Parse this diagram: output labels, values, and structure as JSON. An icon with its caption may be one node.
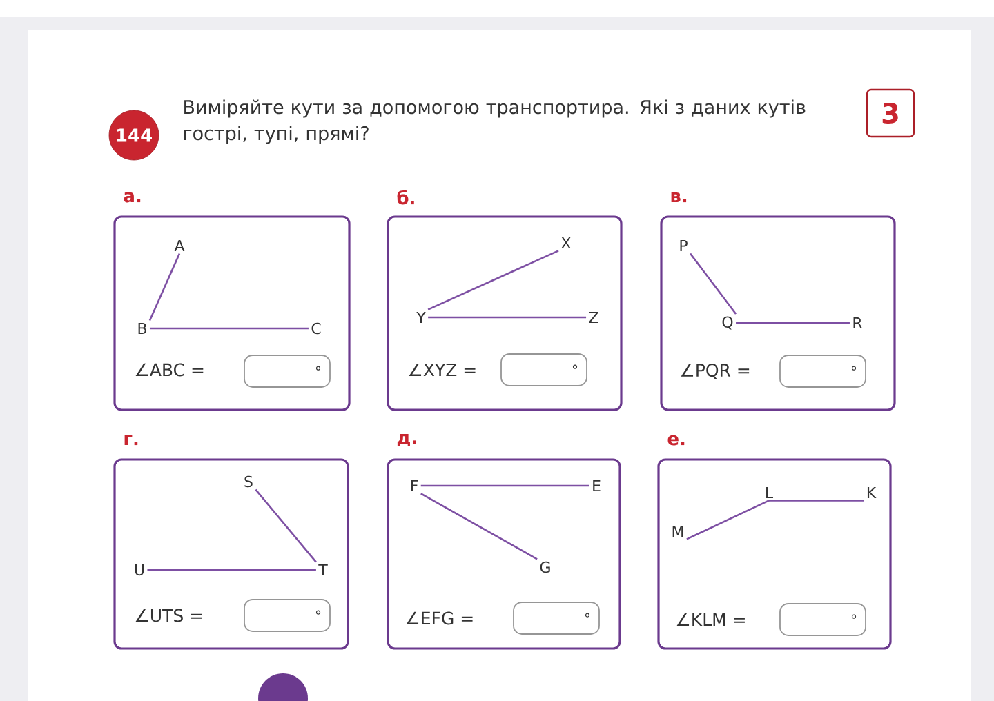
{
  "diagram": {
    "title": "Виміряйте кути за допомогою транспортира. Які з даних кутів гострі, тупі, прямі?",
    "nodes": [
      {
        "text": [
          "144"
        ]
      },
      {
        "text": [
          "3"
        ]
      },
      {
        "text": [
          "а.",
          "∠ABC ="
        ]
      },
      {
        "text": [
          "A"
        ],
        "in": 2
      },
      {
        "text": [
          "B"
        ],
        "in": 2
      },
      {
        "text": [
          "C"
        ],
        "in": 2
      },
      {
        "text": [
          "°"
        ],
        "in": 2
      },
      {
        "text": [
          "б.",
          "∠XYZ ="
        ]
      },
      {
        "text": [
          "X"
        ],
        "in": 7
      },
      {
        "text": [
          "Y"
        ],
        "in": 7
      },
      {
        "text": [
          "Z"
        ],
        "in": 7
      },
      {
        "text": [
          "°"
        ],
        "in": 7
      },
      {
        "text": [
          "в.",
          "∠PQR ="
        ]
      },
      {
        "text": [
          "P"
        ],
        "in": 12
      },
      {
        "text": [
          "Q"
        ],
        "in": 12
      },
      {
        "text": [
          "R"
        ],
        "in": 12
      },
      {
        "text": [
          "°"
        ],
        "in": 12
      },
      {
        "text": [
          "г.",
          "∠UTS ="
        ]
      },
      {
        "text": [
          "S"
        ],
        "in": 17
      },
      {
        "text": [
          "U"
        ],
        "in": 17
      },
      {
        "text": [
          "T"
        ],
        "in": 17
      },
      {
        "text": [
          "°"
        ],
        "in": 17
      },
      {
        "text": [
          "д.",
          "∠EFG ="
        ]
      },
      {
        "text": [
          "F"
        ],
        "in": 22
      },
      {
        "text": [
          "E"
        ],
        "in": 22
      },
      {
        "text": [
          "G"
        ],
        "in": 22
      },
      {
        "text": [
          "°"
        ],
        "in": 22
      },
      {
        "text": [
          "е.",
          "∠KLM ="
        ]
      },
      {
        "text": [
          "L"
        ],
        "in": 27
      },
      {
        "text": [
          "K"
        ],
        "in": 27
      },
      {
        "text": [
          "M"
        ],
        "in": 27
      },
      {
        "text": [
          "°"
        ],
        "in": 27
      },
      {
        "text": [],
        "shape": "circle"
      }
    ],
    "edges": [
      {
        "from": 4,
        "to": 3,
        "arrow": "none"
      },
      {
        "from": 4,
        "to": 5,
        "arrow": "none"
      },
      {
        "from": 9,
        "to": 8,
        "arrow": "none"
      },
      {
        "from": 9,
        "to": 10,
        "arrow": "none"
      },
      {
        "from": 14,
        "to": 13,
        "arrow": "none"
      },
      {
        "from": 14,
        "to": 15,
        "arrow": "none"
      },
      {
        "from": 20,
        "to": 18,
        "arrow": "none"
      },
      {
        "from": 20,
        "to": 19,
        "arrow": "none"
      },
      {
        "from": 23,
        "to": 24,
        "arrow": "none"
      },
      {
        "from": 23,
        "to": 25,
        "arrow": "none"
      },
      {
        "from": 28,
        "to": 29,
        "arrow": "none"
      },
      {
        "from": 28,
        "to": 30,
        "arrow": "none"
      }
    ]
  }
}
